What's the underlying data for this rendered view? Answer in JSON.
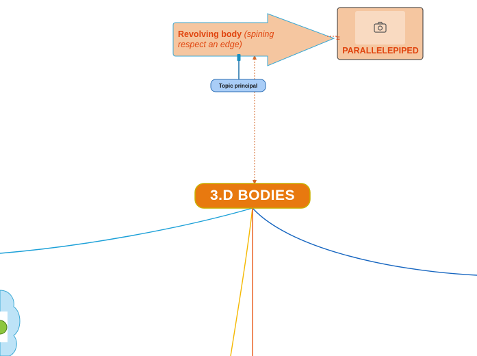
{
  "colors": {
    "central_fill": "#e8790f",
    "central_border": "#c9b100",
    "arrow_fill": "#f5c6a0",
    "arrow_border": "#3aa8d4",
    "accent_text": "#e0440e",
    "topic_fill": "#a9cdf7",
    "line_blue_light": "#1ba0d8",
    "line_blue_dark": "#1565c0",
    "line_yellow": "#f5b800",
    "line_orange": "#e85a1a"
  },
  "central": {
    "label": "3.D BODIES"
  },
  "arrow_node": {
    "title": "Revolving body",
    "subtitle": "(spining respect an edge)"
  },
  "image_node": {
    "label": "PARALLELEPIPED",
    "icon": "camera-icon"
  },
  "topic_node": {
    "label": "Topic principal"
  },
  "menu_icon": "≡"
}
